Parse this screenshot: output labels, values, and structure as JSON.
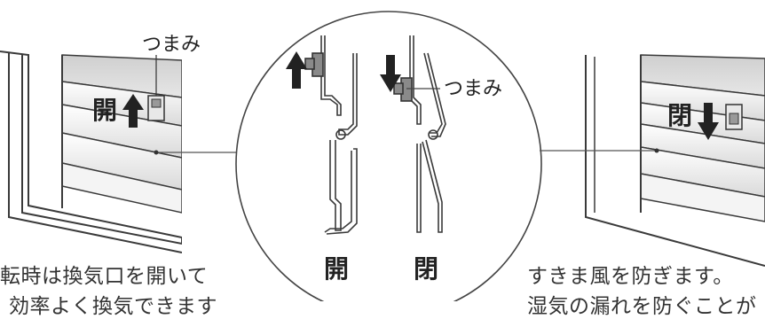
{
  "left_panel": {
    "knob_label": "つまみ",
    "state_label": "開",
    "caption_line1": "転時は換気口を開いて",
    "caption_line2": "効率よく換気できます"
  },
  "center_panel": {
    "knob_label": "つまみ",
    "open_label": "開",
    "closed_label": "閉"
  },
  "right_panel": {
    "state_label": "閉",
    "caption_line1": "すきま風を防ぎます。",
    "caption_line2": "湿気の漏れを防ぐことが"
  },
  "colors": {
    "line": "#3a3a3a",
    "window_glass": "#d9d9d9",
    "shutter_dark": "#c8c8c8",
    "arrow": "#222222"
  }
}
